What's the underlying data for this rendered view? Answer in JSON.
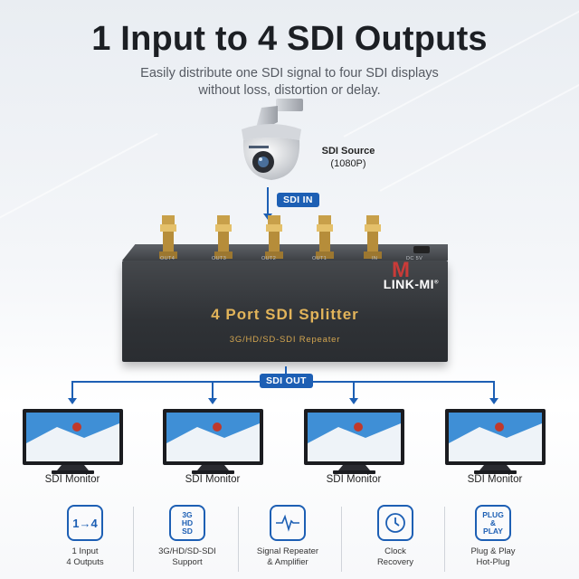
{
  "header": {
    "title": "1 Input to 4 SDI Outputs",
    "subtitle_line1": "Easily distribute one SDI signal to four SDI displays",
    "subtitle_line2": "without loss, distortion or delay."
  },
  "source": {
    "name": "SDI Source",
    "resolution": "(1080P)",
    "input_tag": "SDI IN"
  },
  "device": {
    "brand": "LINK-MI",
    "brand_mark": "M",
    "registered": "®",
    "title": "4 Port SDI Splitter",
    "subtitle": "3G/HD/SD-SDI Repeater",
    "ports": [
      "OUT4",
      "OUT3",
      "OUT2",
      "OUT1",
      "IN",
      "DC 5V"
    ]
  },
  "output_tag": "SDI OUT",
  "monitors": [
    "SDI Monitor",
    "SDI Monitor",
    "SDI Monitor",
    "SDI Monitor"
  ],
  "features": [
    {
      "icon": "one-to-four-icon",
      "icon_text": "1→4",
      "line1": "1 Input",
      "line2": "4 Outputs"
    },
    {
      "icon": "format-icon",
      "icon_text1": "3G",
      "icon_text2": "HD",
      "icon_text3": "SD",
      "line1": "3G/HD/SD-SDI",
      "line2": "Support"
    },
    {
      "icon": "waveform-icon",
      "line1": "Signal Repeater",
      "line2": "& Amplifier"
    },
    {
      "icon": "clock-icon",
      "line1": "Clock",
      "line2": "Recovery"
    },
    {
      "icon": "plug-play-icon",
      "icon_text1": "PLUG",
      "icon_text2": "&",
      "icon_text3": "PLAY",
      "line1": "Plug & Play",
      "line2": "Hot-Plug"
    }
  ],
  "colors": {
    "accent": "#1d5fb4",
    "device_text": "#e2b45a",
    "brand_red": "#e23a36"
  }
}
